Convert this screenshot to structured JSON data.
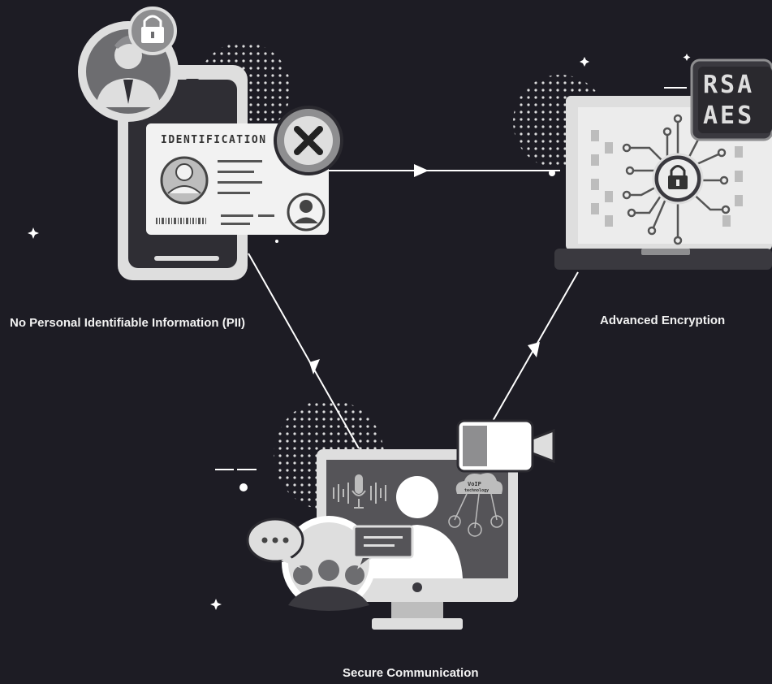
{
  "nodes": {
    "pii": {
      "caption": "No Personal Identifiable Information (PII)",
      "card_label": "IDENTIFICATION"
    },
    "encryption": {
      "caption": "Advanced Encryption",
      "badge_top": "RSA",
      "badge_bottom": "AES"
    },
    "communication": {
      "caption": "Secure Communication",
      "cloud_label": "VoIP",
      "cloud_sublabel": "technology"
    }
  },
  "icons": [
    "user-avatar-icon",
    "padlock-icon",
    "id-card-icon",
    "reject-x-icon",
    "circuit-lock-icon",
    "video-camera-icon",
    "microphone-icon",
    "chat-bubble-icon",
    "group-icon",
    "sparkle-icon"
  ],
  "colors": {
    "background": "#1d1c24",
    "line": "#ffffff",
    "caption": "#f2f2f2"
  }
}
